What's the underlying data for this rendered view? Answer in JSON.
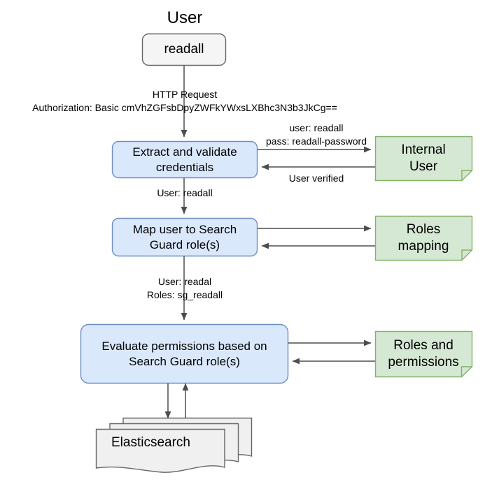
{
  "diagram": {
    "title": "User",
    "nodes": {
      "user_box": {
        "label": "readall",
        "shape": "rounded-rect",
        "fill": "#f5f5f5",
        "stroke": "#666666"
      },
      "process_extract": {
        "label": "Extract and validate\ncredentials",
        "shape": "rounded-rect",
        "fill": "#dae8fc",
        "stroke": "#6c8ebf"
      },
      "process_map": {
        "label": "Map user to Search\nGuard role(s)",
        "shape": "rounded-rect",
        "fill": "#dae8fc",
        "stroke": "#6c8ebf"
      },
      "process_evaluate": {
        "label": "Evaluate permissions based on\nSearch Guard role(s)",
        "shape": "rounded-rect",
        "fill": "#dae8fc",
        "stroke": "#6c8ebf"
      },
      "note_internal_user": {
        "label": "Internal\nUser",
        "shape": "note",
        "fill": "#d5e8d4",
        "stroke": "#82b366"
      },
      "note_roles_mapping": {
        "label": "Roles\nmapping",
        "shape": "note",
        "fill": "#d5e8d4",
        "stroke": "#82b366"
      },
      "note_roles_permissions": {
        "label": "Roles and\npermissions",
        "shape": "note",
        "fill": "#d5e8d4",
        "stroke": "#82b366"
      },
      "datastore_elasticsearch": {
        "label": "Elasticsearch",
        "shape": "stacked-document",
        "fill": "#f0f0f0",
        "stroke": "#666666"
      }
    },
    "edge_labels": {
      "http_request": "HTTP Request\nAuthorization: Basic cmVhZGFsbDpyZWFkYWxsLXBhc3N3b3JkCg==",
      "credentials": "user: readall\npass: readall-password",
      "user_verified": "User verified",
      "user_readall": "User: readall",
      "user_roles": "User: readal\nRoles: sg_readall"
    },
    "colors": {
      "process_fill": "#dae8fc",
      "process_stroke": "#6c8ebf",
      "note_fill": "#d5e8d4",
      "note_stroke": "#82b366",
      "neutral_fill": "#f5f5f5",
      "neutral_stroke": "#666666",
      "edge_stroke": "#4d4d4d",
      "background": "#ffffff"
    }
  }
}
